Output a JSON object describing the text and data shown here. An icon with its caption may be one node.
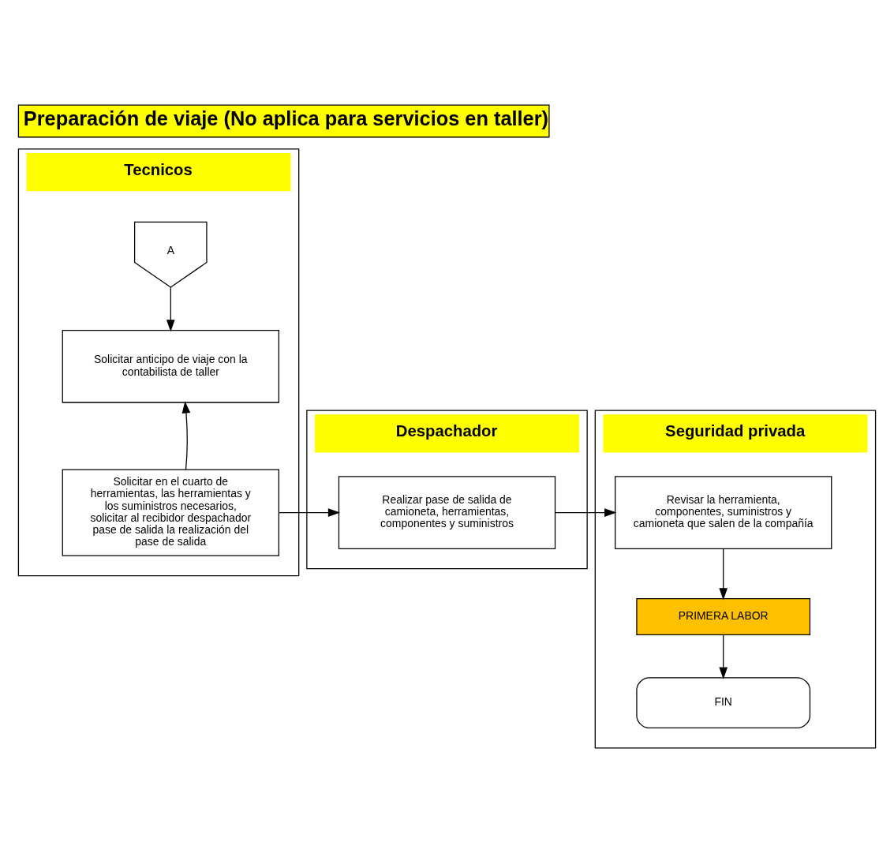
{
  "diagram": {
    "title": "Preparación de viaje (No aplica para servicios en taller)",
    "nodes": [
      {
        "text": [
          "Tecnicos"
        ]
      },
      {
        "text": [
          "A"
        ],
        "in": 0
      },
      {
        "text": [
          "Solicitar anticipo de viaje con la contabilista de taller"
        ],
        "in": 0
      },
      {
        "text": [
          "Solicitar en el cuarto de herramientas, las herramientas y los suministros necesarios, solicitar al recibidor despachador pase de salida la realización del pase de salida"
        ],
        "in": 0
      },
      {
        "text": [
          "Despachador"
        ]
      },
      {
        "text": [
          "Realizar pase de salida de camioneta, herramientas, componentes y suministros"
        ],
        "in": 4
      },
      {
        "text": [
          "Seguridad privada"
        ]
      },
      {
        "text": [
          "Revisar la herramienta, componentes, suministros y camioneta que salen de la compañía"
        ],
        "in": 6
      },
      {
        "text": [
          "PRIMERA LABOR"
        ],
        "in": 6
      },
      {
        "text": [
          "FIN"
        ],
        "in": 6
      }
    ],
    "edges": [
      {
        "from": 1,
        "to": 2,
        "arrow": "to"
      },
      {
        "from": 3,
        "to": 2,
        "arrow": "to"
      },
      {
        "from": 3,
        "to": 5,
        "arrow": "to"
      },
      {
        "from": 5,
        "to": 7,
        "arrow": "to"
      },
      {
        "from": 7,
        "to": 8,
        "arrow": "to"
      },
      {
        "from": 8,
        "to": 9,
        "arrow": "to"
      }
    ]
  }
}
